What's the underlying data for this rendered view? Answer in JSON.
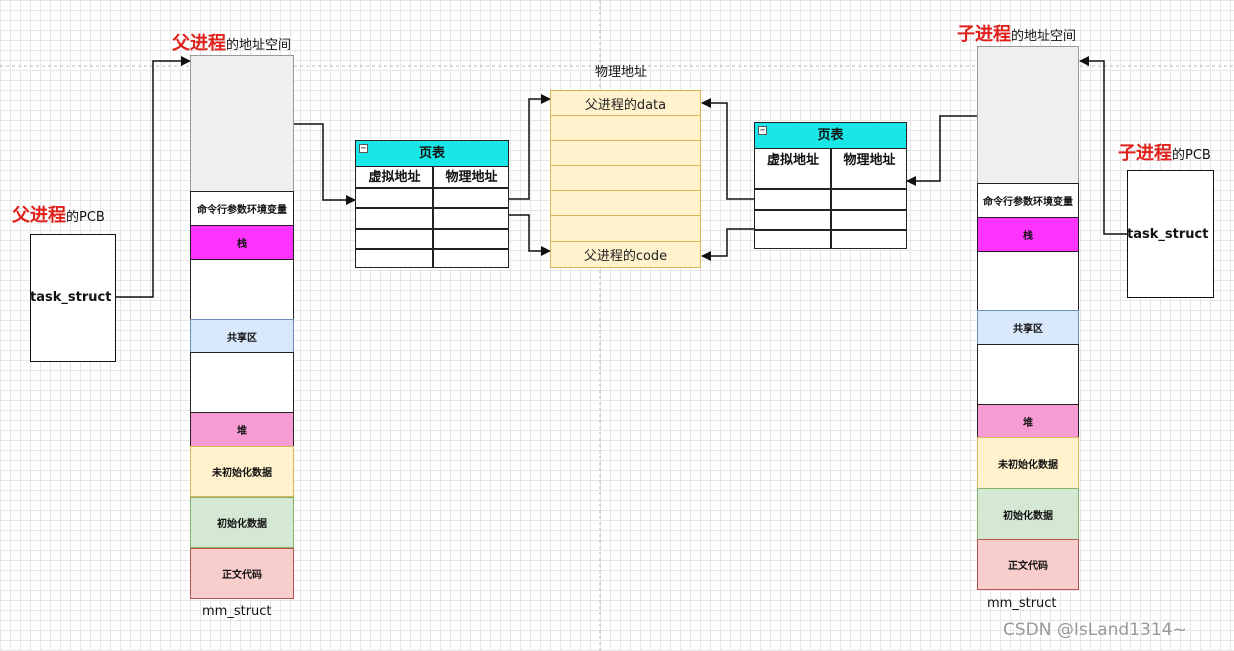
{
  "parent": {
    "title_red": "父进程",
    "title_rest": "的地址空间",
    "pcb_title_red": "父进程",
    "pcb_title_rest": "的PCB",
    "task_struct": "task_struct",
    "mm_struct": "mm_struct",
    "segments": {
      "cmdline_env": "命令行参数环境变量",
      "stack": "栈",
      "shared": "共享区",
      "heap": "堆",
      "bss": "未初始化数据",
      "data": "初始化数据",
      "text": "正文代码"
    }
  },
  "child": {
    "title_red": "子进程",
    "title_rest": "的地址空间",
    "pcb_title_red": "子进程",
    "pcb_title_rest": "的PCB",
    "task_struct": "task_struct",
    "mm_struct": "mm_struct",
    "segments": {
      "cmdline_env": "命令行参数环境变量",
      "stack": "栈",
      "shared": "共享区",
      "heap": "堆",
      "bss": "未初始化数据",
      "data": "初始化数据",
      "text": "正文代码"
    }
  },
  "page_table_left": {
    "title": "页表",
    "col_virtual": "虚拟地址",
    "col_physical": "物理地址"
  },
  "page_table_right": {
    "title": "页表",
    "col_virtual": "虚拟地址",
    "col_physical": "物理地址"
  },
  "physical": {
    "title": "物理地址",
    "data_label": "父进程的data",
    "code_label": "父进程的code"
  },
  "watermark": "CSDN @IsLand1314~",
  "colors": {
    "title_red": "#e0201b",
    "stack": "#ff33ff",
    "heap": "#f79bd3",
    "shared": "#dae8fc",
    "bss": "#fff2cc",
    "initdata": "#d5e8d4",
    "text": "#f8cecc",
    "page_table_header": "#19e6e6",
    "arrow_fill": "#19e6e6",
    "physical_fill": "#fff2cc"
  }
}
